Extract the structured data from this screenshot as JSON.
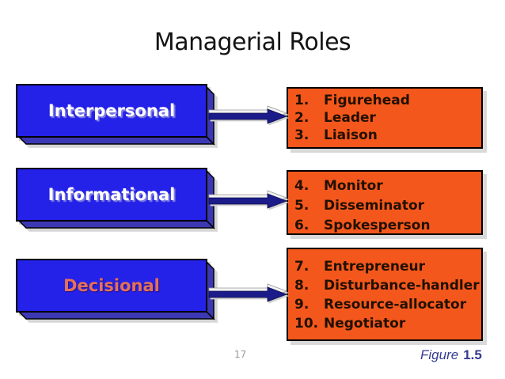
{
  "slide": {
    "title": "Managerial Roles",
    "page_number": "17",
    "figure_label": "Figure",
    "figure_number": "1.5"
  },
  "categories": [
    {
      "name": "Interpersonal",
      "items": [
        {
          "num": "1.",
          "label": "Figurehead"
        },
        {
          "num": "2.",
          "label": "Leader"
        },
        {
          "num": "3.",
          "label": "Liaison"
        }
      ]
    },
    {
      "name": "Informational",
      "items": [
        {
          "num": "4.",
          "label": "Monitor"
        },
        {
          "num": "5.",
          "label": "Disseminator"
        },
        {
          "num": "6.",
          "label": "Spokesperson"
        }
      ]
    },
    {
      "name": "Decisional",
      "items": [
        {
          "num": "7.",
          "label": "Entrepreneur"
        },
        {
          "num": "8.",
          "label": "Disturbance-handler"
        },
        {
          "num": "9.",
          "label": "Resource-allocator"
        },
        {
          "num": "10.",
          "label": "Negotiator"
        }
      ]
    }
  ],
  "icons": {
    "arrow_right": "3d-right-arrow"
  },
  "colors": {
    "box_blue": "#2421e8",
    "box_blue_side": "#3c38b4",
    "box_orange": "#f4571c",
    "arrow_navy": "#1b1b8a",
    "decisional_text": "#e4705a",
    "caption_blue": "#343a90",
    "list_text": "#201000",
    "shadow_gray": "#d9d9d9"
  }
}
